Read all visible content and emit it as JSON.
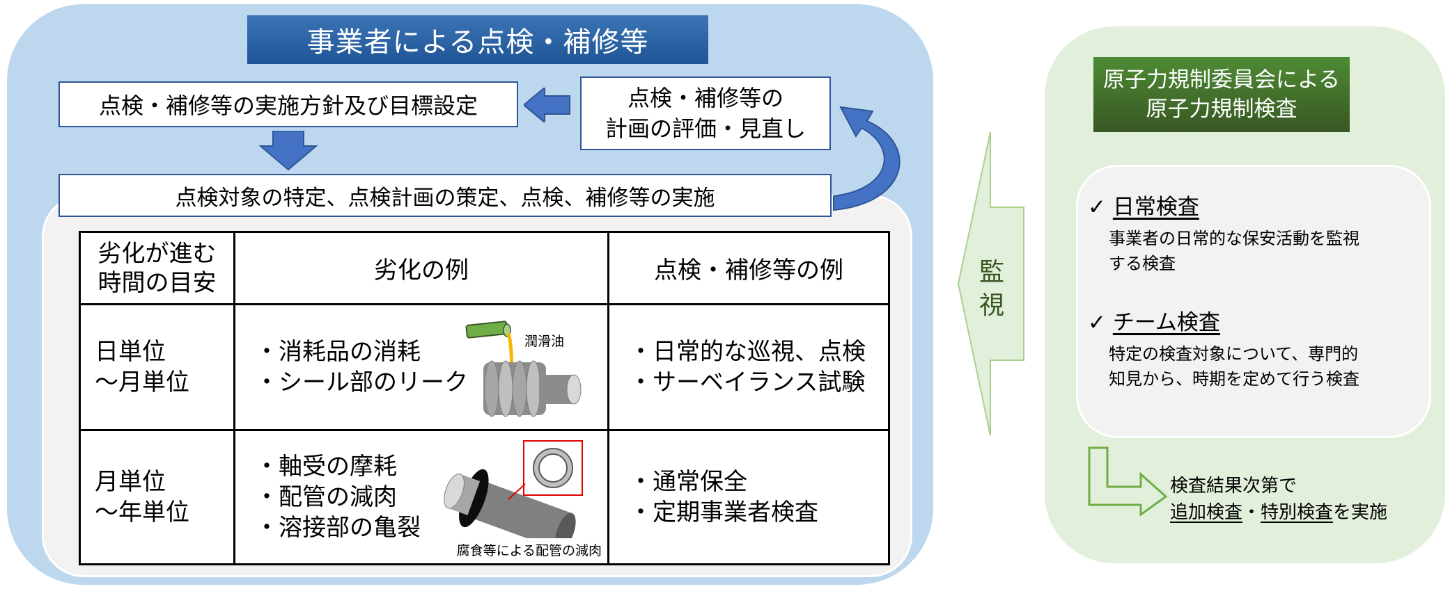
{
  "operator": {
    "title": "事業者による点検・補修等",
    "policy": "点検・補修等の実施方針及び目標設定",
    "evaluation_line1": "点検・補修等の",
    "evaluation_line2": "計画の評価・見直し",
    "implementation": "点検対象の特定、点検計画の策定、点検、補修等の実施"
  },
  "table": {
    "headers": [
      "劣化が進む\n時間の目安",
      "劣化の例",
      "点検・補修等の例"
    ],
    "rows": [
      {
        "time_line1": "日単位",
        "time_line2": "～月単位",
        "degradations": [
          "・消耗品の消耗",
          "・シール部のリーク"
        ],
        "image_label": "潤滑油",
        "inspections": [
          "・日常的な巡視、点検",
          "・サーベイランス試験"
        ]
      },
      {
        "time_line1": "月単位",
        "time_line2": "～年単位",
        "degradations": [
          "・軸受の摩耗",
          "・配管の減肉",
          "・溶接部の亀裂"
        ],
        "image_label": "腐食等による配管の減肉",
        "inspections": [
          "・通常保全",
          "・定期事業者検査"
        ]
      }
    ]
  },
  "monitor": {
    "char1": "監",
    "char2": "視"
  },
  "regulator": {
    "title_line1": "原子力規制委員会による",
    "title_line2": "原子力規制検査",
    "checkmark": "✓",
    "inspections": [
      {
        "title": "日常検査",
        "desc_line1": "事業者の日常的な保安活動を監視",
        "desc_line2": "する検査"
      },
      {
        "title": "チーム検査",
        "desc_line1": "特定の検査対象について、専門的",
        "desc_line2": "知見から、時期を定めて行う検査"
      }
    ],
    "result_line1": "検査結果次第で",
    "result_additional": "追加検査",
    "result_sep": "・",
    "result_special": "特別検査",
    "result_tail": "を実施"
  },
  "colors": {
    "operator_panel": "#bdd7ee",
    "operator_title": "#1f5596",
    "arrow_blue": "#4472c4",
    "regulator_panel": "#e2efda",
    "regulator_title": "#385723",
    "arrow_green": "#70ad47"
  },
  "icons": [
    "lubrication-oil-illustration",
    "pipe-thinning-illustration",
    "checkmark-icon"
  ]
}
